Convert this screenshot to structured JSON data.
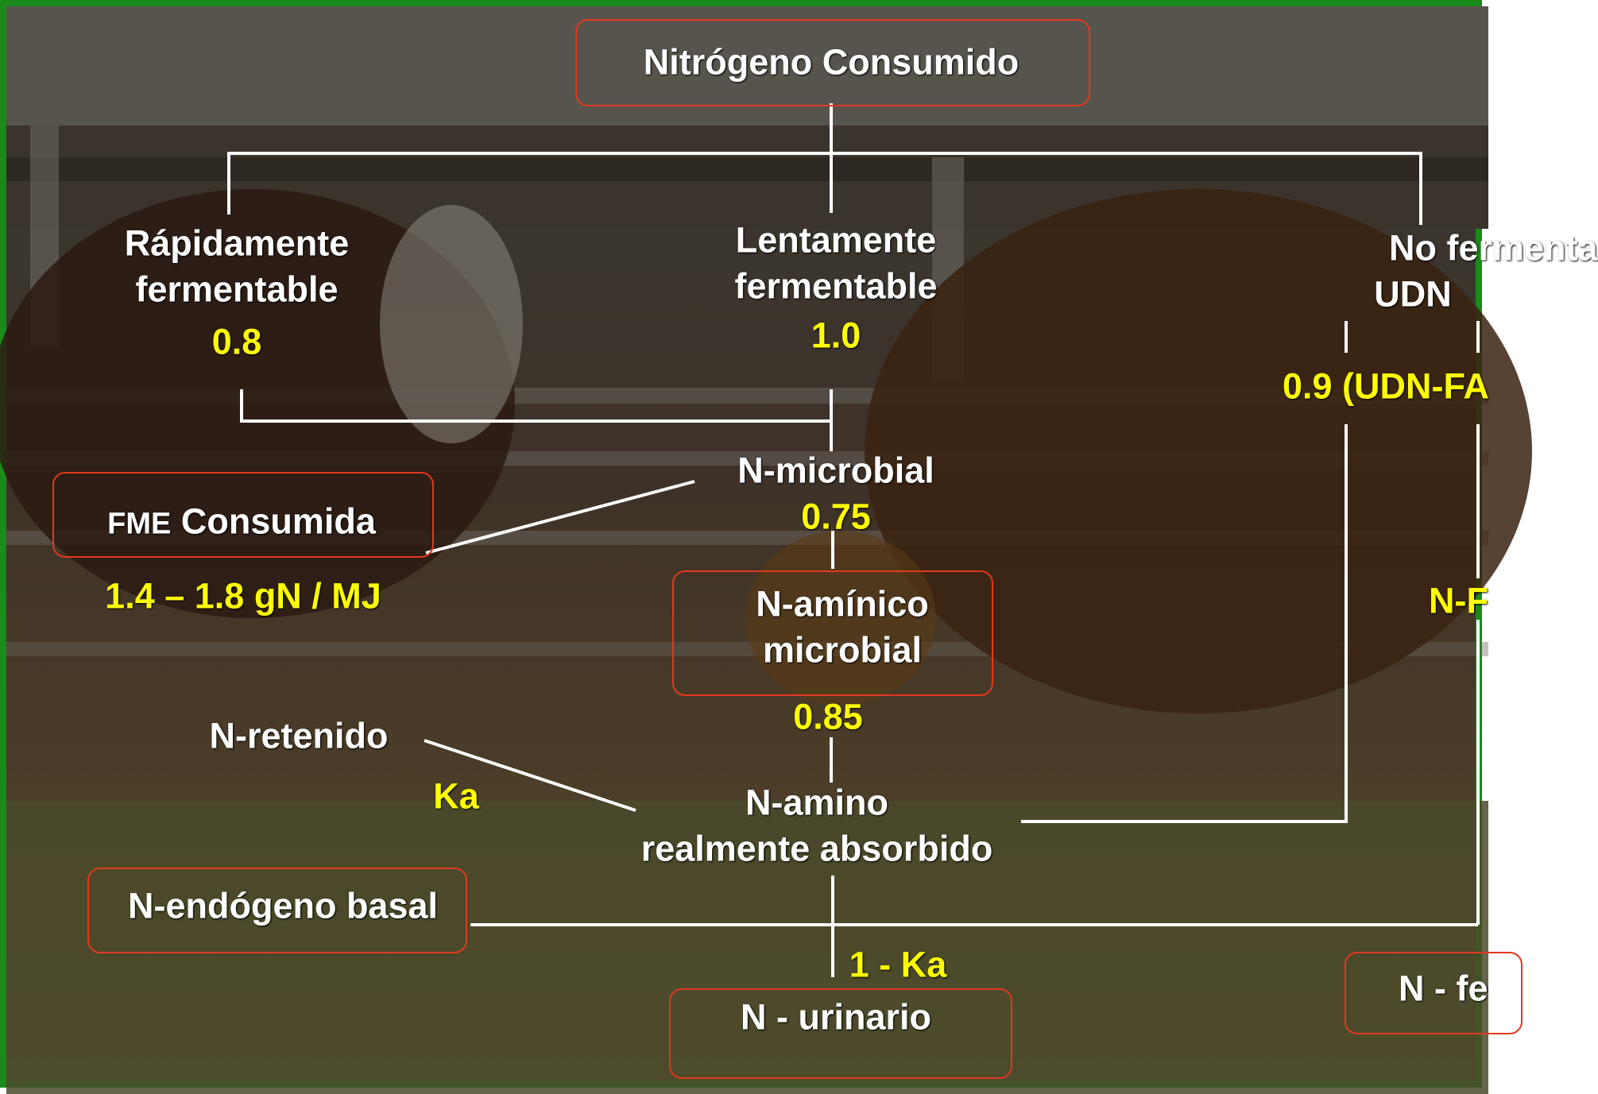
{
  "diagram": {
    "title": "Nitrógeno Consumido",
    "rapid": {
      "line1": "Rápidamente",
      "line2": "fermentable",
      "value": "0.8"
    },
    "slow": {
      "line1": "Lentamente",
      "line2": "fermentable",
      "value": "1.0"
    },
    "nonferm": {
      "line1": "No fermenta",
      "line2": "UDN",
      "value": "0.9 (UDN-FA"
    },
    "fme": {
      "label_prefix": "FME",
      "label_rest": " Consumida",
      "value": "1.4 – 1.8 gN / MJ"
    },
    "n_microbial": {
      "label": "N-microbial",
      "value": "0.75"
    },
    "n_aminico": {
      "line1": "N-amínico",
      "line2": "microbial",
      "value": "0.85"
    },
    "n_retenido": "N-retenido",
    "ka": "Ka",
    "n_amino_abs": {
      "line1": "N-amino",
      "line2": "realmente absorbido"
    },
    "n_endogeno": "N-endógeno basal",
    "one_minus_ka": "1 - Ka",
    "n_urinario": "N - urinario",
    "n_f_partial": "N-F",
    "n_fe_partial": "N - fe"
  },
  "colors": {
    "text": "#ffffff",
    "value": "#ffff00",
    "box_border": "#e03a1e",
    "frame": "#1a8a1a"
  }
}
